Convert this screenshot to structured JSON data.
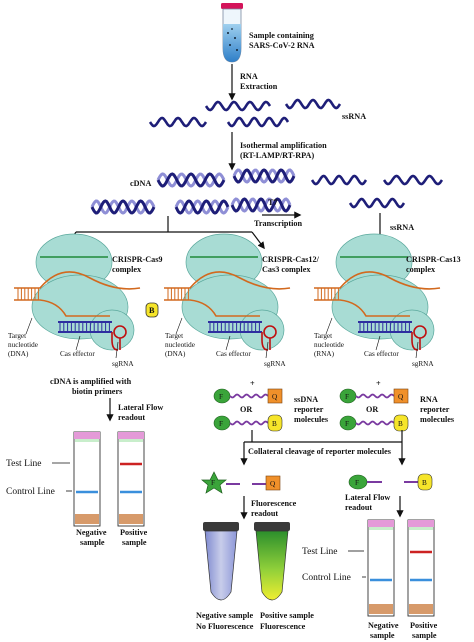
{
  "sample": {
    "line1": "Sample containing",
    "line2": "SARS-CoV-2 RNA"
  },
  "extraction": {
    "line1": "RNA",
    "line2": "Extraction"
  },
  "ssrna_top": "ssRNA",
  "amplification": {
    "line1": "Isothermal amplification",
    "line2": "(RT-LAMP/RT-RPA)"
  },
  "cdna": "cDNA",
  "t7": {
    "line1": "T7",
    "line2": "Transcription"
  },
  "ssrna_right": "ssRNA",
  "complexes": {
    "cas9": {
      "line1": "CRISPR-Cas9",
      "line2": "complex",
      "target1": "Target",
      "target2": "nucleotide",
      "target3": "(DNA)",
      "effector": "Cas effector",
      "sgrna": "sgRNA",
      "pam": "B"
    },
    "cas12": {
      "line1": "CRISPR-Cas12/",
      "line2": "Cas3 complex",
      "target1": "Target",
      "target2": "nucleotide",
      "target3": "(DNA)",
      "effector": "Cas effector",
      "sgrna": "sgRNA"
    },
    "cas13": {
      "line1": "CRISPR-Cas13",
      "line2": "complex",
      "target1": "Target",
      "target2": "nucleotide",
      "target3": "(RNA)",
      "effector": "Cas effector",
      "sgrna": "sgRNA"
    }
  },
  "cas9_branch": {
    "amp1": "cDNA is amplified with",
    "amp2": "biotin primers",
    "flow1": "Lateral Flow",
    "flow2": "readout",
    "test_line": "Test Line",
    "control_line": "Control Line",
    "neg1": "Negative",
    "neg2": "sample",
    "pos1": "Positive",
    "pos2": "sample"
  },
  "reporters": {
    "f": "F",
    "q": "Q",
    "b": "B",
    "or": "OR",
    "plus": "+",
    "dna1": "ssDNA",
    "dna2": "reporter",
    "dna3": "molecules",
    "rna1": "RNA",
    "rna2": "reporter",
    "rna3": "molecules"
  },
  "collateral": "Collateral cleavage of reporter molecules",
  "fluor": {
    "line1": "Fluorescence",
    "line2": "readout",
    "neg1": "Negative sample",
    "neg2": "No Fluorescence",
    "pos1": "Positive sample",
    "pos2": "Fluorescence"
  },
  "cas13_branch": {
    "flow1": "Lateral Flow",
    "flow2": "readout",
    "test_line": "Test Line",
    "control_line": "Control Line",
    "neg1": "Negative",
    "neg2": "sample",
    "pos1": "Positive",
    "pos2": "sample"
  },
  "colors": {
    "helix_dark": "#1e1e78",
    "helix_light": "#8f8fd6",
    "cas_body": "#a8dcd4",
    "target_strand": "#d2691e",
    "guide_blue": "#2e2ea0",
    "sgrna_red": "#c01010",
    "pam_yellow": "#f6e52a",
    "fluor_green": "#3aa43a",
    "quencher_orange": "#f0902a",
    "test_red": "#cc2222",
    "control_blue": "#3a8fdc",
    "strip_pink": "#e49ad8",
    "strip_pad": "#d79a6a"
  }
}
